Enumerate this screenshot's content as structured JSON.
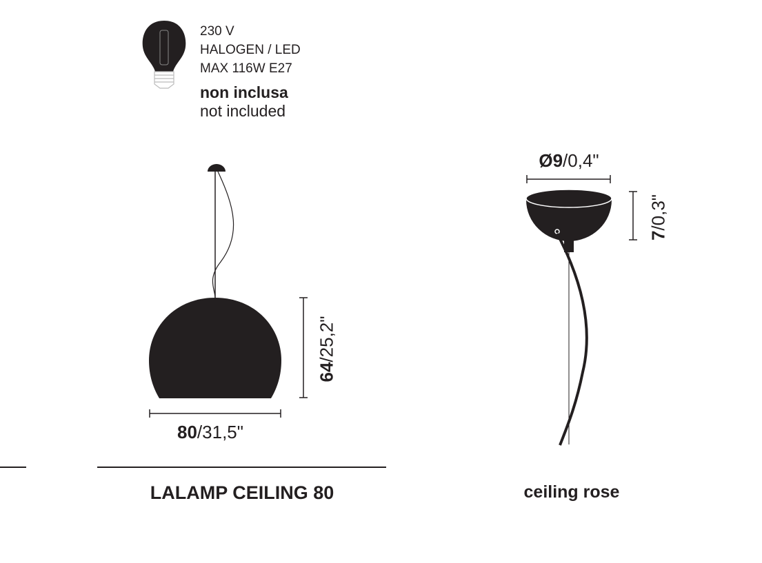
{
  "bulb": {
    "voltage": "230 V",
    "type": "HALOGEN / LED",
    "max": "MAX 116W E27",
    "note_it": "non inclusa",
    "note_en": "not included"
  },
  "lamp": {
    "width_bold": "80",
    "width_rest": "/31,5\"",
    "height_bold": "64",
    "height_rest": "/25,2\"",
    "title": "LALAMP CEILING 80"
  },
  "rose": {
    "diameter_bold": "Ø9",
    "diameter_rest": "/0,4\"",
    "height_bold": "7",
    "height_rest": "/0,3\"",
    "title": "ceiling rose"
  },
  "colors": {
    "ink": "#231f20"
  }
}
